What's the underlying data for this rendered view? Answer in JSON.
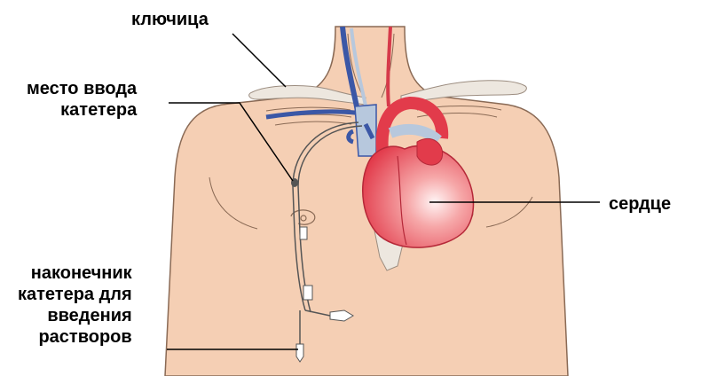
{
  "labels": {
    "clavicle": "ключица",
    "insertion_site_line1": "место ввода",
    "insertion_site_line2": "катетера",
    "heart": "сердце",
    "tip_line1": "наконечник",
    "tip_line2": "катетера для",
    "tip_line3": "введения",
    "tip_line4": "растворов"
  },
  "colors": {
    "skin": "#f5cfb4",
    "skin_outline": "#8a6a55",
    "bone": "#ede7df",
    "heart_red": "#e33a4b",
    "heart_light": "#f6a7a8",
    "vein_blue": "#3b57a6",
    "vessel_light": "#b7c8dd",
    "catheter": "#555555"
  }
}
